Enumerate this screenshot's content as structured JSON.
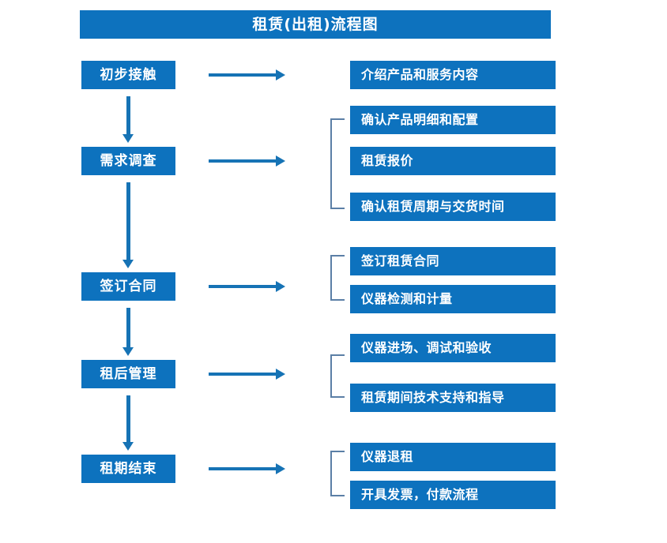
{
  "title": "租赁(出租)流程图",
  "colors": {
    "box_blue": "#0d72be",
    "arrow_blue": "#1673b5",
    "bracket_gray_blue": "#5b7fa6",
    "text_white": "#ffffff",
    "background": "#ffffff"
  },
  "flow": {
    "stages": [
      {
        "label": "初步接触"
      },
      {
        "label": "需求调查"
      },
      {
        "label": "签订合同"
      },
      {
        "label": "租后管理"
      },
      {
        "label": "租期结束"
      }
    ],
    "detail_groups": [
      {
        "stage": "初步接触",
        "has_bracket": false,
        "items": [
          {
            "label": "介绍产品和服务内容"
          }
        ]
      },
      {
        "stage": "需求调查",
        "has_bracket": true,
        "items": [
          {
            "label": "确认产品明细和配置"
          },
          {
            "label": "租赁报价"
          },
          {
            "label": "确认租赁周期与交货时间"
          }
        ]
      },
      {
        "stage": "签订合同",
        "has_bracket": true,
        "items": [
          {
            "label": "签订租赁合同"
          },
          {
            "label": "仪器检测和计量"
          }
        ]
      },
      {
        "stage": "租后管理",
        "has_bracket": true,
        "items": [
          {
            "label": "仪器进场、调试和验收"
          },
          {
            "label": "租赁期间技术支持和指导"
          }
        ]
      },
      {
        "stage": "租期结束",
        "has_bracket": true,
        "items": [
          {
            "label": "仪器退租"
          },
          {
            "label": "开具发票，付款流程"
          }
        ]
      }
    ]
  }
}
